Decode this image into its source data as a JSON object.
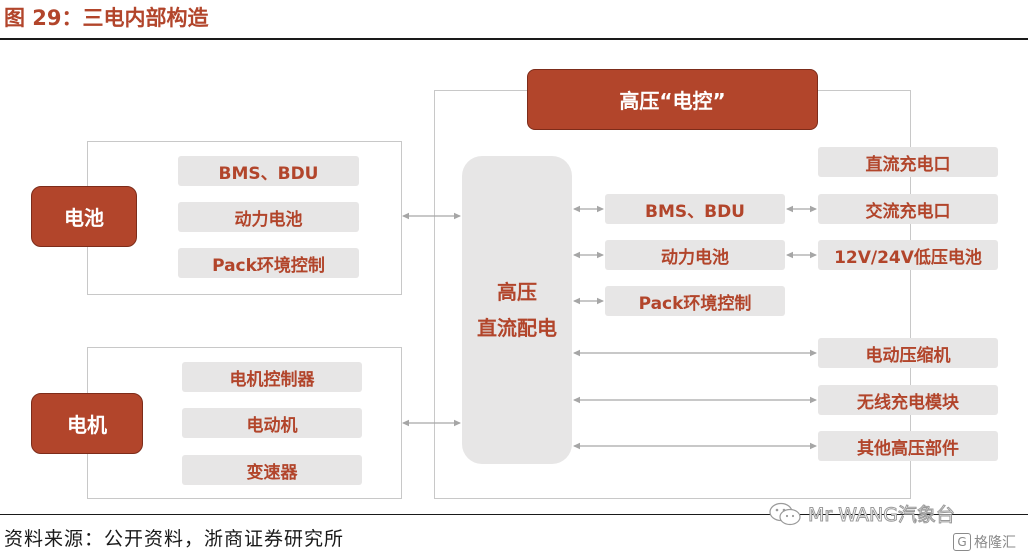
{
  "figure": {
    "title": "图 29：三电内部构造",
    "source": "资料来源：公开资料，浙商证券研究所"
  },
  "battery": {
    "label": "电池",
    "items": [
      "BMS、BDU",
      "动力电池",
      "Pack环境控制"
    ]
  },
  "motor": {
    "label": "电机",
    "items": [
      "电机控制器",
      "电动机",
      "变速器"
    ]
  },
  "control": {
    "title": "高压“电控”",
    "distribution_lines": [
      "高压",
      "直流配电"
    ],
    "inner_items": [
      "BMS、BDU",
      "动力电池",
      "Pack环境控制"
    ],
    "right_items": [
      "直流充电口",
      "交流充电口",
      "12V/24V低压电池",
      "电动压缩机",
      "无线充电模块",
      "其他高压部件"
    ]
  },
  "watermark": {
    "text": "Mr WANG汽象台",
    "logo_text": "格隆汇",
    "logo_mark": "G"
  },
  "colors": {
    "accent": "#b2452b",
    "box_grey": "#e7e6e6",
    "arrow": "#a6a6a6"
  }
}
